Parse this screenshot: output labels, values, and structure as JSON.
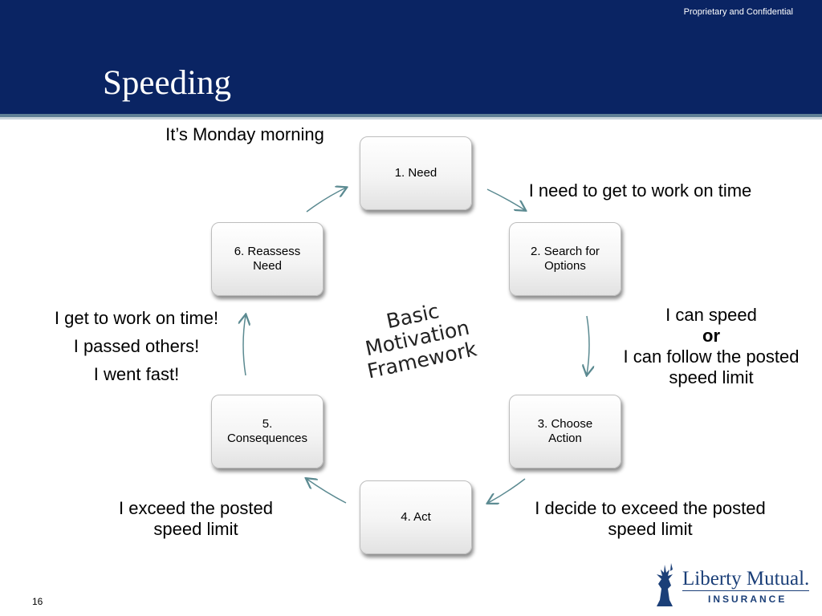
{
  "header": {
    "confidential": "Proprietary and Confidential",
    "title": "Speeding"
  },
  "steps": [
    {
      "label": "1. Need"
    },
    {
      "label": "2. Search for\nOptions"
    },
    {
      "label": "3. Choose\nAction"
    },
    {
      "label": "4. Act"
    },
    {
      "label": "5.\nConsequences"
    },
    {
      "label": "6. Reassess\nNeed"
    }
  ],
  "center_label": "Basic\nMotivation\nFramework",
  "notes": {
    "monday": "It’s Monday morning",
    "need": "I need to get to work on time",
    "options_line1": "I can speed",
    "options_or": "or",
    "options_line2": "I can follow the posted\nspeed limit",
    "decide": "I decide to exceed the posted\nspeed limit",
    "exceed": "I exceed the posted\nspeed limit",
    "reassess_1": "I get to work on time!",
    "reassess_2": "I passed others!",
    "reassess_3": "I went fast!"
  },
  "footer": {
    "page_number": "16",
    "logo_name": "Liberty Mutual.",
    "logo_sub": "INSURANCE"
  },
  "colors": {
    "header_bg": "#0a2463",
    "arrow": "#5b8a91",
    "logo": "#1b3f78"
  }
}
